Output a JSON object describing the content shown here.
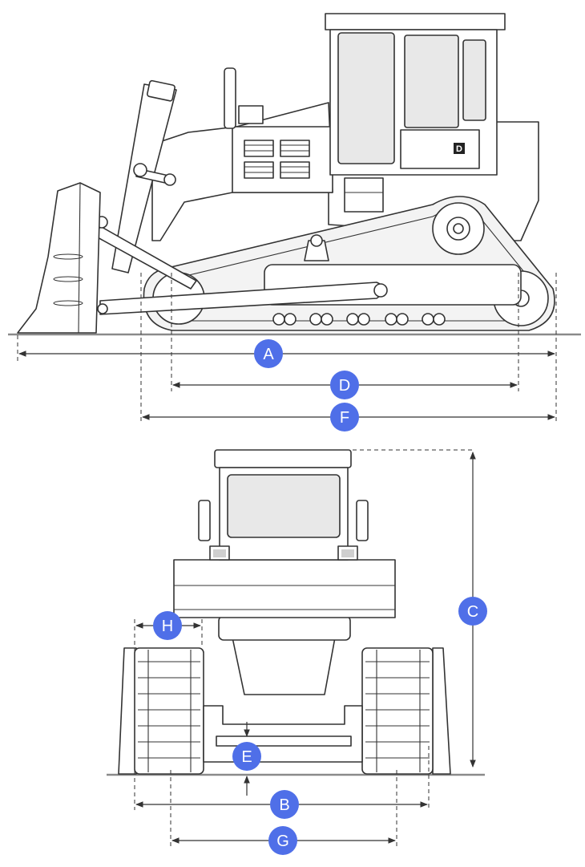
{
  "colors": {
    "badge": "#4f6fe8",
    "line": "#333333",
    "ground": "#8a8a8a"
  },
  "side_view": {
    "cab_badge": "D",
    "dimensions": [
      {
        "id": "A",
        "label": "A"
      },
      {
        "id": "D",
        "label": "D"
      },
      {
        "id": "F",
        "label": "F"
      }
    ]
  },
  "front_view": {
    "dimensions": [
      {
        "id": "H",
        "label": "H"
      },
      {
        "id": "C",
        "label": "C"
      },
      {
        "id": "E",
        "label": "E"
      },
      {
        "id": "B",
        "label": "B"
      },
      {
        "id": "G",
        "label": "G"
      }
    ]
  }
}
